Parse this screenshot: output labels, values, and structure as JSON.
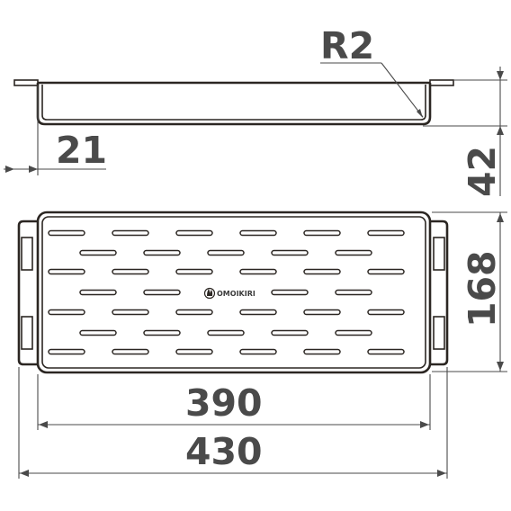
{
  "labels": {
    "radius": "R2",
    "depth_offset": "21",
    "height": "42",
    "width": "168",
    "inner_length": "390",
    "outer_length": "430",
    "brand": "OMOIKIRI"
  },
  "colors": {
    "stroke": "#2b2622",
    "dimension_text": "#4a4a4a"
  },
  "icons": {
    "brand_logo": "water-drops-icon"
  }
}
